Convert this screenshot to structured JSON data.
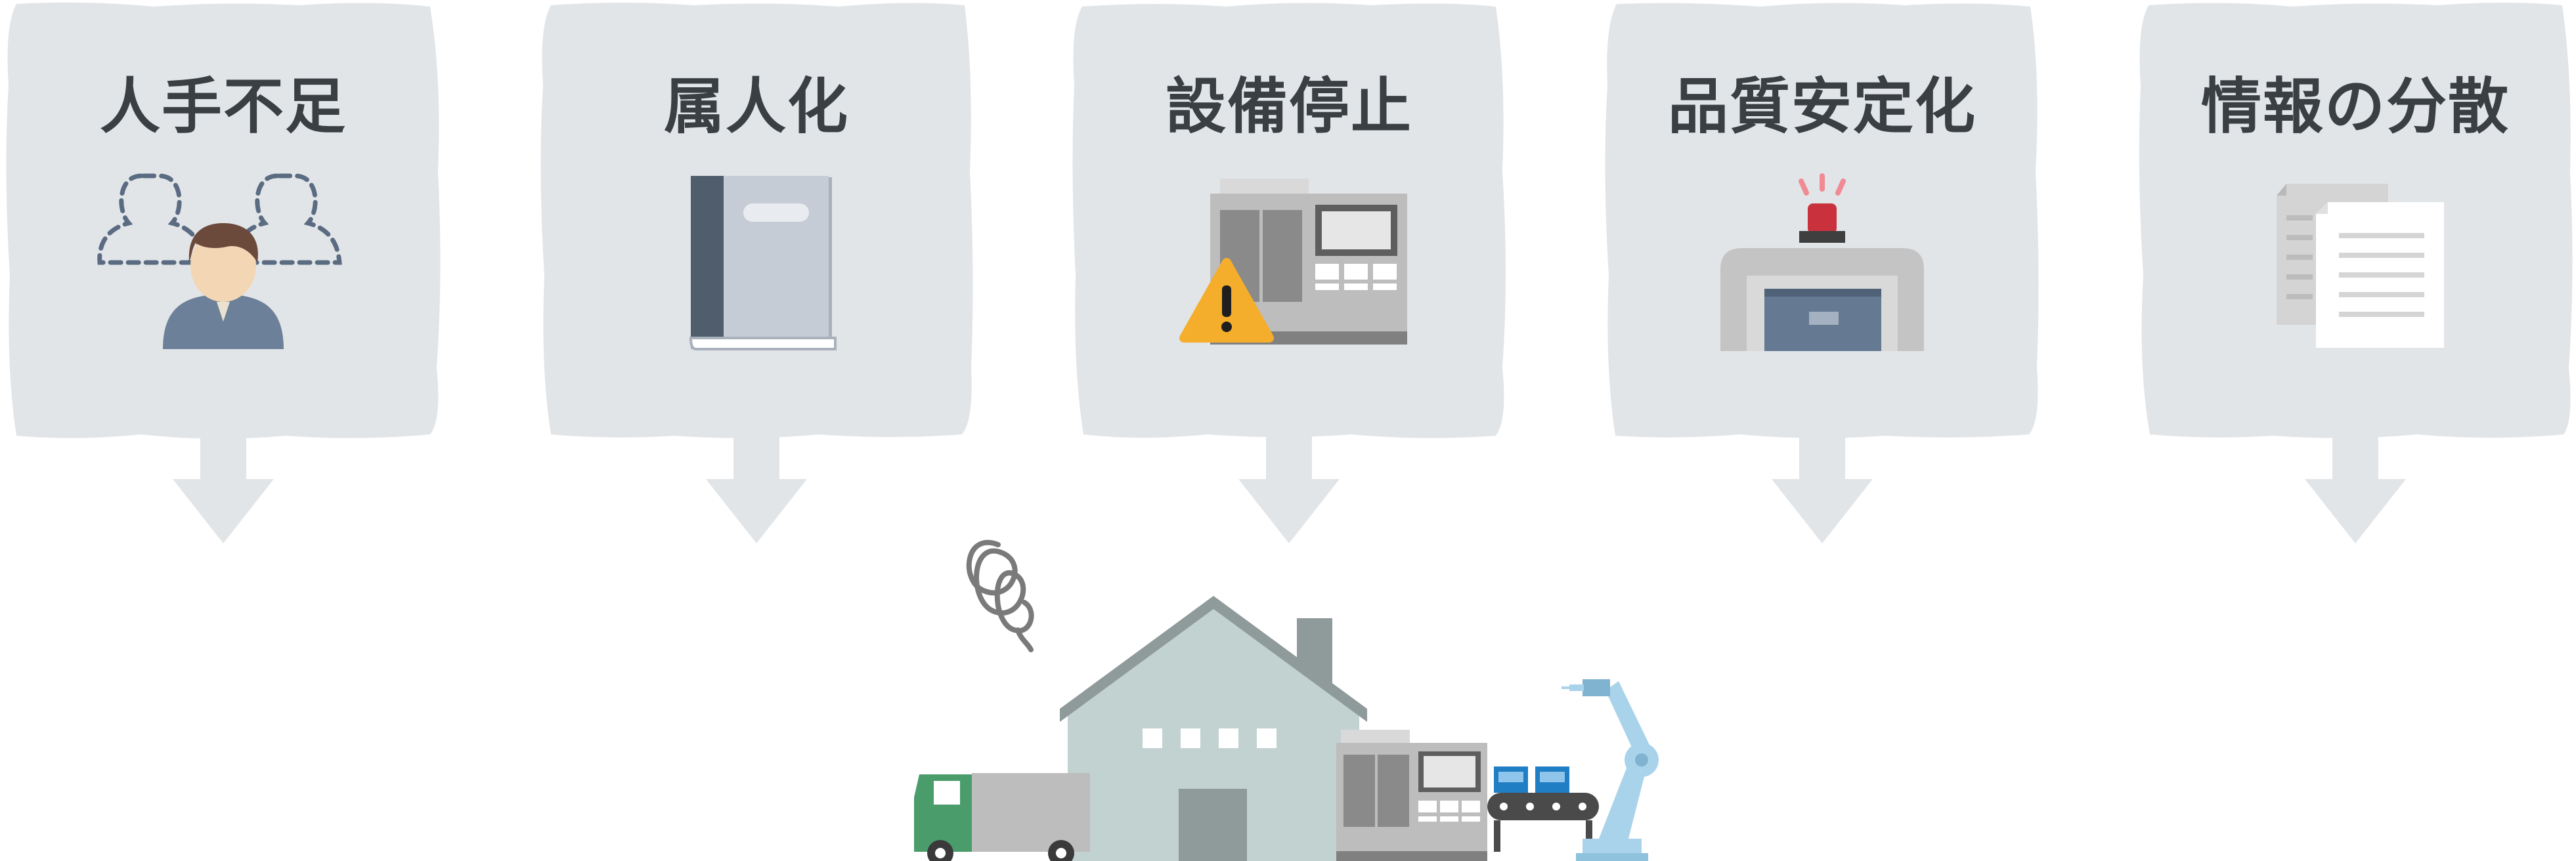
{
  "issues": [
    {
      "title": "人手不足",
      "icon": "understaffed-people-icon"
    },
    {
      "title": "属人化",
      "icon": "manual-book-icon"
    },
    {
      "title": "設備停止",
      "icon": "machine-warning-icon"
    },
    {
      "title": "品質安定化",
      "icon": "inspection-gate-icon"
    },
    {
      "title": "情報の分散",
      "icon": "scattered-documents-icon"
    }
  ],
  "illustration": {
    "icon": "factory-scene-icon"
  },
  "colors": {
    "card": "#e2e5e8",
    "title": "#3a3f44",
    "accent_warning": "#f5ad2c",
    "accent_alarm": "#c9313d",
    "truck_green": "#4a9d6b",
    "robot_blue": "#a9d3ea"
  }
}
